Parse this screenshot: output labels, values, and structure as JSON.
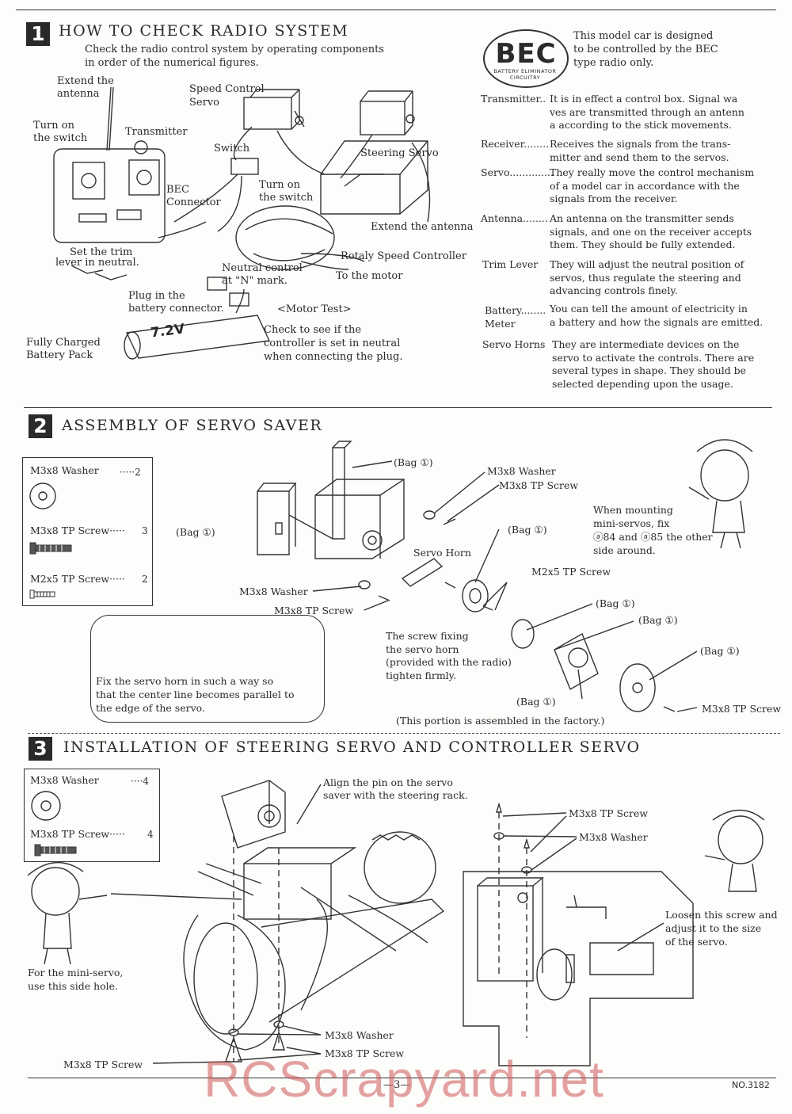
{
  "section1": {
    "number": "1",
    "title": "HOW TO CHECK RADIO SYSTEM",
    "intro_line1": "Check the radio control system by operating components",
    "intro_line2": "in order of the numerical figures.",
    "labels": {
      "extend_antenna_1": "Extend the",
      "extend_antenna_2": "antenna",
      "turn_on_1": "Turn on",
      "turn_on_2": "the switch",
      "transmitter": "Transmitter",
      "speed_control_1": "Speed Control",
      "speed_control_2": "Servo",
      "switch": "Switch",
      "steering_servo": "Steering Servo",
      "bec_1": "BEC",
      "bec_2": "Connector",
      "turn_on_sw_1": "Turn on",
      "turn_on_sw_2": "the switch",
      "extend_antenna_rx": "Extend the antenna",
      "set_trim_1": "Set the trim",
      "set_trim_2": "lever in neutral.",
      "neutral_1": "Neutral control",
      "neutral_2": "at \"N\" mark.",
      "rotaly": "Rotaly Speed Controller",
      "to_motor": "To the motor",
      "plug_1": "Plug in the",
      "plug_2": "battery connector.",
      "motor_test": "<Motor Test>",
      "check_1": "Check to see if the",
      "check_2": "controller is set in neutral",
      "check_3": "when connecting the plug.",
      "battery_1": "Fully Charged",
      "battery_2": "Battery Pack",
      "battery_print": "7.2V"
    },
    "bec": {
      "logo": "BEC",
      "logo_sub": "BATTERY ELIMINATOR CIRCUITRY",
      "desc_1": "This model car is designed",
      "desc_2": "to be controlled by the BEC",
      "desc_3": "type radio only."
    },
    "glossary": [
      {
        "term": "Transmitter..",
        "def": "It is in effect a control box. Signal wa\nves are transmitted through an antenn\na according to the stick movements."
      },
      {
        "term": "Receiver........",
        "def": "Receives the signals from the trans-\nmitter and send them to the servos."
      },
      {
        "term": "Servo..............",
        "def": "They really move the control mechanism\nof a model car in accordance with the\nsignals from the receiver."
      },
      {
        "term": "Antenna........",
        "def": "An antenna on the transmitter sends\nsignals, and one on the receiver accepts\nthem. They should be fully extended."
      },
      {
        "term": "Trim Lever",
        "def": "They will adjust the neutral position of\nservos, thus regulate the steering and\nadvancing controls finely."
      },
      {
        "term": "Battery........\nMeter",
        "def": "You can tell the amount of electricity in\na battery and how the signals are emitted."
      },
      {
        "term": "Servo Horns",
        "def": "They are intermediate devices on the\nservo to activate the controls. There are\nseveral types in shape. They should be\nselected depending upon the usage."
      }
    ]
  },
  "section2": {
    "number": "2",
    "title": "ASSEMBLY OF SERVO SAVER",
    "parts": [
      {
        "label": "M3x8 Washer",
        "qty": "·····2"
      },
      {
        "label": "M3x8 TP Screw·····",
        "qty": "3"
      },
      {
        "label": "M2x5 TP Screw·····",
        "qty": "2"
      }
    ],
    "labels": {
      "bag84": "(Bag ①)",
      "washer_a": "M3x8 Washer",
      "screw_a": "M3x8 TP Screw",
      "bag85a": "(Bag ①)",
      "bag80": "(Bag ①)",
      "servo_horn": "Servo Horn",
      "m2x5": "M2x5 TP Screw",
      "washer_b": "M3x8 Washer",
      "screw_b": "M3x8 TP Screw",
      "bag82a": "(Bag ①)",
      "bag82b": "(Bag ①)",
      "bag83": "(Bag ①)",
      "bag85b": "(Bag ①)",
      "screw_c": "M3x8 TP Screw",
      "screw_fix_1": "The screw fixing",
      "screw_fix_2": "the servo horn",
      "screw_fix_3": "(provided with the radio)",
      "screw_fix_4": "tighten firmly.",
      "factory": "(This portion is assembled in the factory.)",
      "mini_1": "When mounting",
      "mini_2": "mini-servos, fix",
      "mini_3": "ⓐ84 and ⓐ85 the other",
      "mini_4": "side around.",
      "bubble_1": "Fix the servo horn in such a way so",
      "bubble_2": "that the center line becomes parallel to",
      "bubble_3": "the edge of the servo."
    }
  },
  "section3": {
    "number": "3",
    "title": "INSTALLATION OF STEERING SERVO AND CONTROLLER SERVO",
    "parts": [
      {
        "label": "M3x8 Washer",
        "qty": "····4"
      },
      {
        "label": "M3x8 TP Screw·····",
        "qty": "4"
      }
    ],
    "labels": {
      "align_1": "Align the pin on the servo",
      "align_2": "saver with the steering rack.",
      "screw_r": "M3x8 TP Screw",
      "washer_r": "M3x8 Washer",
      "loosen_1": "Loosen this screw and",
      "loosen_2": "adjust it to the size",
      "loosen_3": "of the servo.",
      "mini_1": "For the mini-servo,",
      "mini_2": "use this side hole.",
      "washer_b": "M3x8 Washer",
      "screw_b": "M3x8 TP Screw",
      "screw_l": "M3x8 TP Screw"
    }
  },
  "footer": {
    "page": "—3—",
    "doc_no": "NO.3182",
    "watermark": "RCScrapyard.net"
  }
}
